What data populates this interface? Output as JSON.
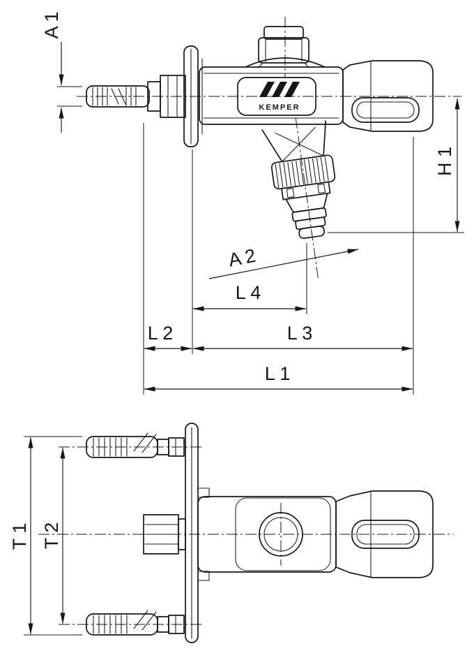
{
  "drawing": {
    "brand": "KEMPER",
    "dimension_labels": {
      "a1": "A 1",
      "h1": "H 1",
      "a2": "A 2",
      "l1": "L 1",
      "l2": "L 2",
      "l3": "L 3",
      "l4": "L 4",
      "t1": "T 1",
      "t2": "T 2"
    },
    "icons": {
      "logo": "kemper-slashes-icon"
    },
    "colors": {
      "line": "#161616",
      "background": "#ffffff"
    }
  }
}
